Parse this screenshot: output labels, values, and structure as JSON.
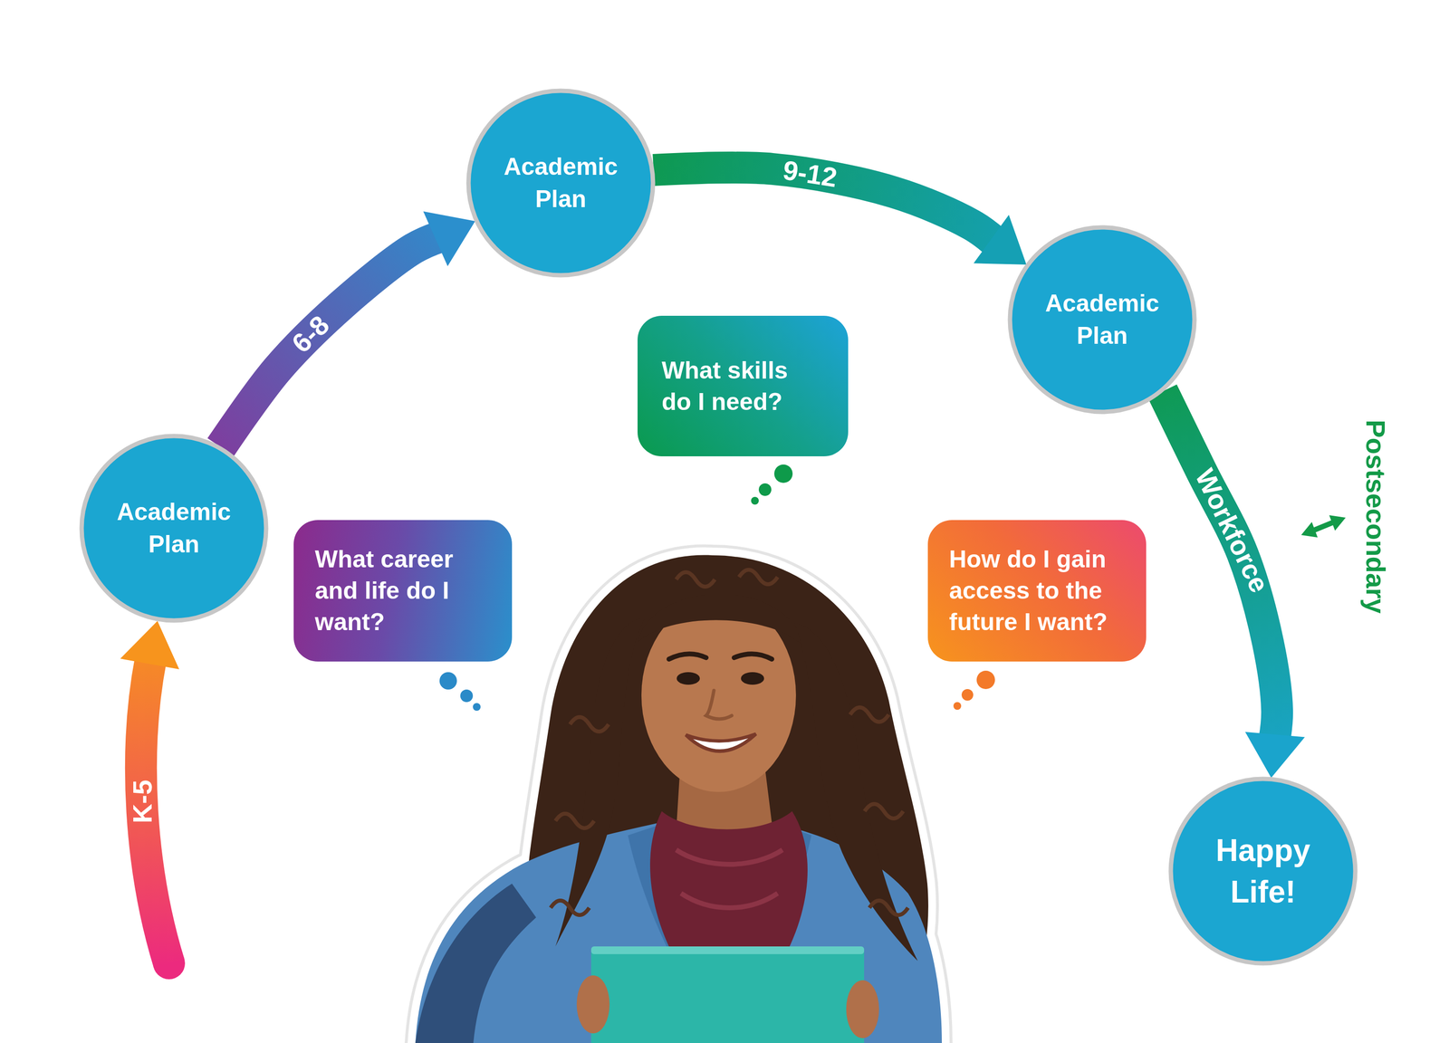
{
  "diagram": {
    "nodes": [
      {
        "text": [
          "Academic Plan"
        ]
      },
      {
        "text": [
          "Academic Plan"
        ]
      },
      {
        "text": [
          "Academic Plan"
        ]
      },
      {
        "text": [
          "Happy Life!"
        ]
      },
      {
        "text": [
          "What career and life do I want?"
        ]
      },
      {
        "text": [
          "What skills do I need?"
        ]
      },
      {
        "text": [
          "How do I gain access to the future I want?"
        ]
      }
    ],
    "edges": [
      {
        "from": 0,
        "to": 1,
        "label": "6-8",
        "arrow": "to"
      },
      {
        "from": 1,
        "to": 2,
        "label": "9-12",
        "arrow": "to"
      },
      {
        "from": 2,
        "to": 3,
        "label": "Workforce",
        "arrow": "to"
      }
    ],
    "labels": [
      "K-5",
      "Postsecondary"
    ]
  }
}
